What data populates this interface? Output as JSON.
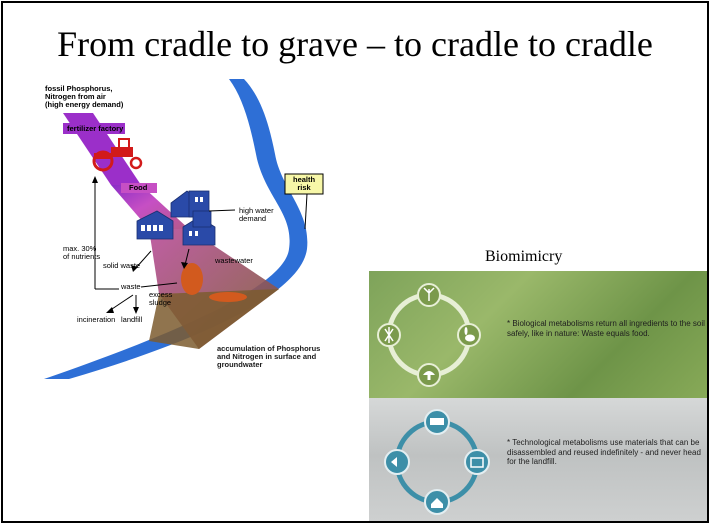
{
  "slide": {
    "title": "From cradle to grave – to cradle to cradle"
  },
  "diagram": {
    "labels": {
      "fossil": "fossil Phosphorus,\nNitrogen from air\n(high energy demand)",
      "factory": "fertilizer factory",
      "food": "Food",
      "health": "health\nrisk",
      "high_water": "high water\ndemand",
      "max": "max. 30%\nof nutrients",
      "solid_waste": "solid waste",
      "wastewater": "wastewater",
      "waste": "waste",
      "excess_sludge": "excess\nsludge",
      "incineration": "incineration",
      "landfill": "landfill",
      "accumulation": "accumulation of Phosphorus\nand Nitrogen in surface and\ngroundwater"
    },
    "colors": {
      "river": "#2e6fd6",
      "purple": "#9b2fc9",
      "magenta": "#c43cc8",
      "brown": "#8a6a3a",
      "house": "#2a4aa8",
      "sign": "#f7f7a8",
      "tractor": "#d21a1a"
    }
  },
  "biomimicry": {
    "caption": "Biomimicry",
    "biological": "* Biological metabolisms return all ingredients to the soil safely, like in nature: Waste equals food.",
    "technological": "* Technological metabolisms use materials that can be disassembled and reused indefinitely - and never head for the landfill."
  },
  "icons": [
    "tractor-icon",
    "house-icon",
    "sludge-tank-icon",
    "tree-icon",
    "roots-icon",
    "rabbit-icon",
    "mushroom-icon",
    "building-icon",
    "tv-icon",
    "speaker-icon"
  ]
}
